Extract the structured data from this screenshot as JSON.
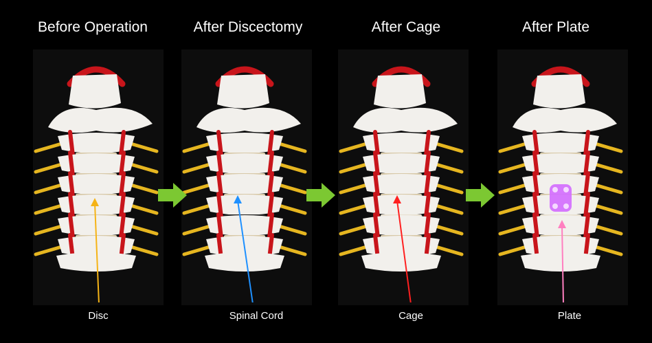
{
  "stages": [
    {
      "title": "Before Operation",
      "label": "Disc",
      "pointer_color": "#f5b316"
    },
    {
      "title": "After Discectomy",
      "label": "Spinal Cord",
      "pointer_color": "#1e90ff"
    },
    {
      "title": "After Cage",
      "label": "Cage",
      "pointer_color": "#ff2020"
    },
    {
      "title": "After Plate",
      "label": "Plate",
      "pointer_color": "#ff7fc0"
    }
  ],
  "colors": {
    "bone": "#f2f0ec",
    "artery": "#c8151b",
    "nerve": "#e6b620",
    "disc": "#d8c9a8",
    "arrow": "#7cc832",
    "plate": "#d36bff"
  }
}
